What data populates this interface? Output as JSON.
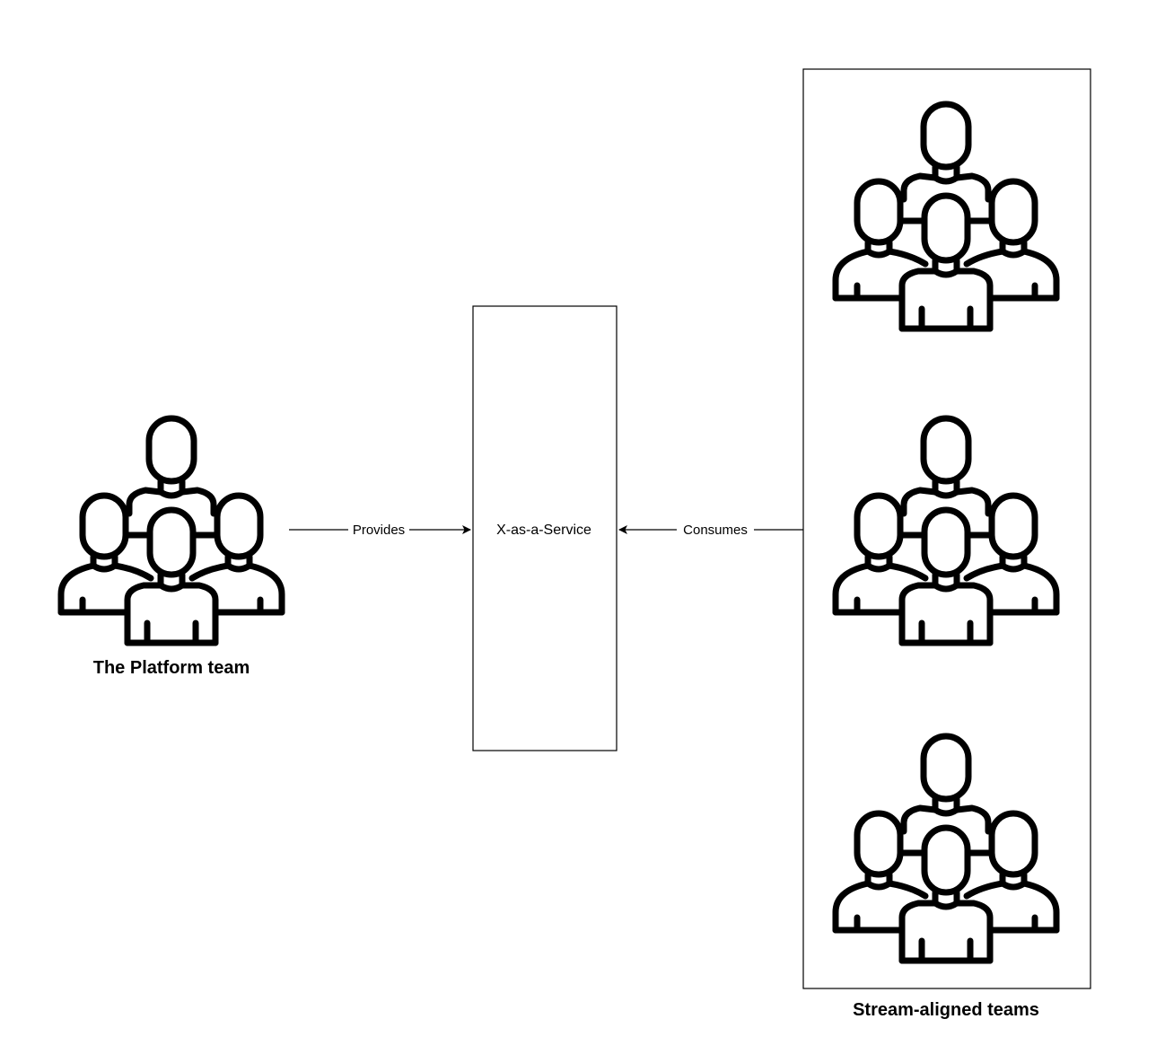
{
  "nodes": {
    "platform_team": {
      "label": "The Platform team",
      "icon": "team-icon"
    },
    "xaas": {
      "label": "X-as-a-Service"
    },
    "stream_aligned": {
      "label": "Stream-aligned teams",
      "icon": "team-icon",
      "team_count": 3
    }
  },
  "edges": {
    "provides": {
      "from": "platform_team",
      "to": "xaas",
      "label": "Provides"
    },
    "consumes": {
      "from": "stream_aligned",
      "to": "xaas",
      "label": "Consumes"
    }
  },
  "colors": {
    "stroke": "#000000",
    "background": "#ffffff"
  }
}
